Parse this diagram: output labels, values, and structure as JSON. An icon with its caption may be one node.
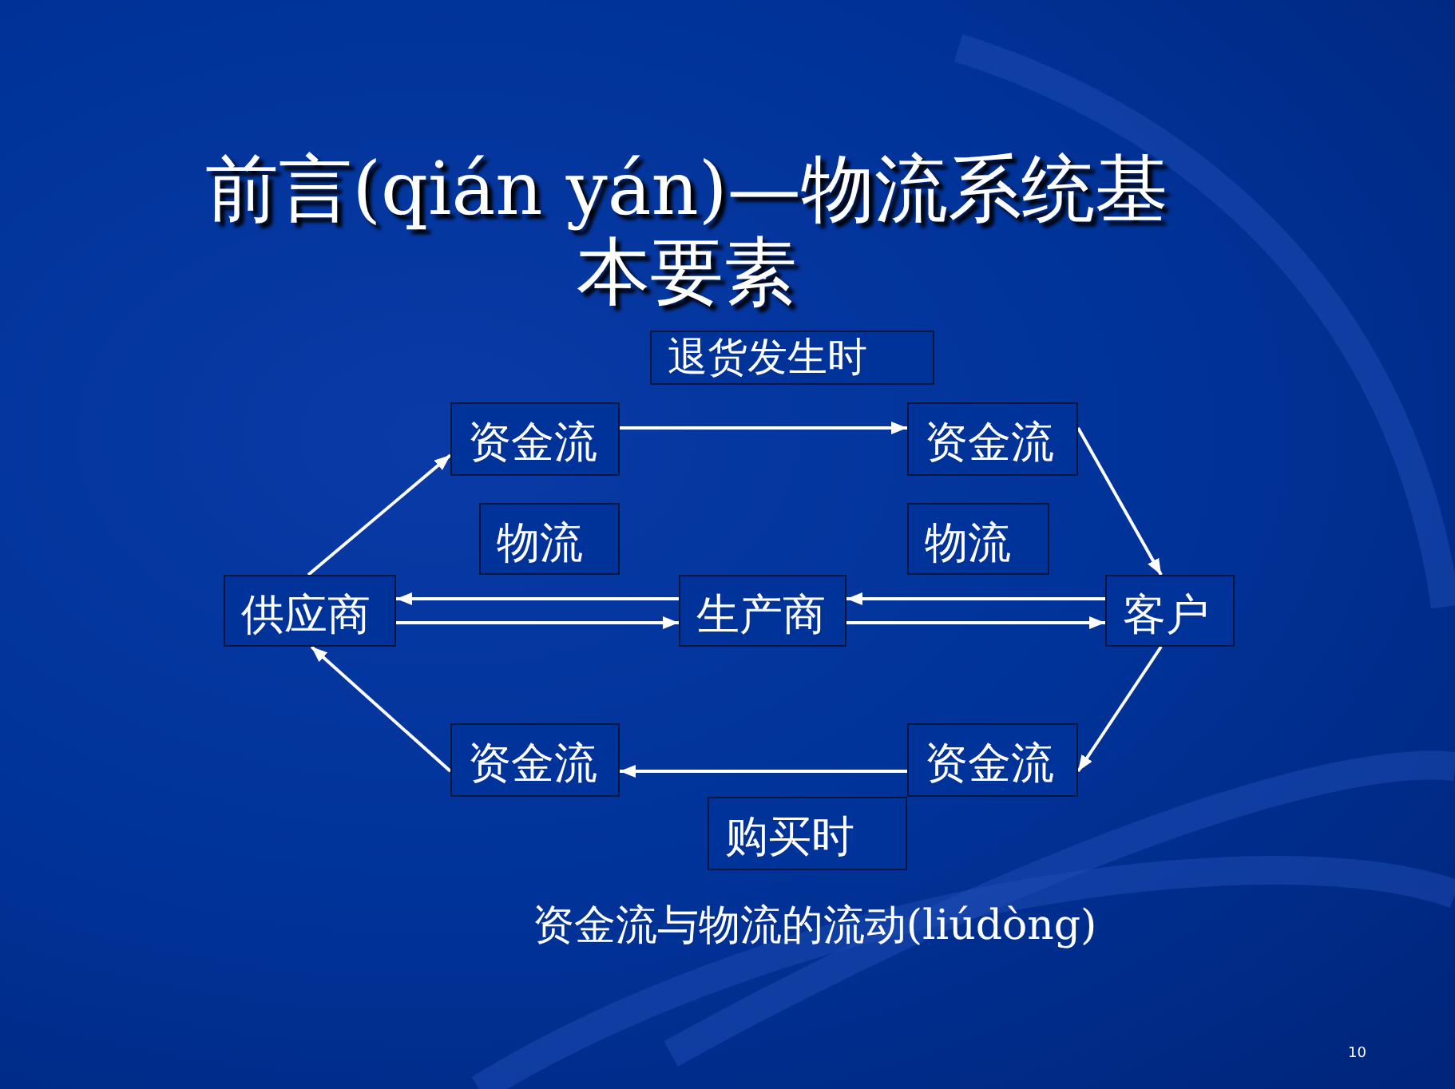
{
  "diagram": {
    "title": "前言(qián yán)—物流系统基本要素",
    "caption": "资金流与物流的流动(liúdòng)",
    "nodes": [
      {
        "text": [
          "供应商"
        ]
      },
      {
        "text": [
          "资金流"
        ]
      },
      {
        "text": [
          "物流"
        ]
      },
      {
        "text": [
          "退货发生时"
        ]
      },
      {
        "text": [
          "资金流"
        ]
      },
      {
        "text": [
          "物流"
        ]
      },
      {
        "text": [
          "生产商"
        ]
      },
      {
        "text": [
          "客户"
        ]
      },
      {
        "text": [
          "资金流"
        ]
      },
      {
        "text": [
          "资金流"
        ]
      },
      {
        "text": [
          "购买时"
        ]
      }
    ],
    "edges": [
      {
        "from": 0,
        "to": 1,
        "arrow": "to"
      },
      {
        "from": 1,
        "to": 4,
        "arrow": "to"
      },
      {
        "from": 4,
        "to": 7,
        "arrow": "to"
      },
      {
        "from": 7,
        "to": 9,
        "arrow": "to"
      },
      {
        "from": 9,
        "to": 8,
        "arrow": "to"
      },
      {
        "from": 8,
        "to": 0,
        "arrow": "to"
      },
      {
        "from": 6,
        "to": 0,
        "arrow": "to"
      },
      {
        "from": 0,
        "to": 6,
        "arrow": "to"
      },
      {
        "from": 7,
        "to": 6,
        "arrow": "to"
      },
      {
        "from": 6,
        "to": 7,
        "arrow": "to"
      }
    ],
    "labels": [
      "10"
    ]
  }
}
